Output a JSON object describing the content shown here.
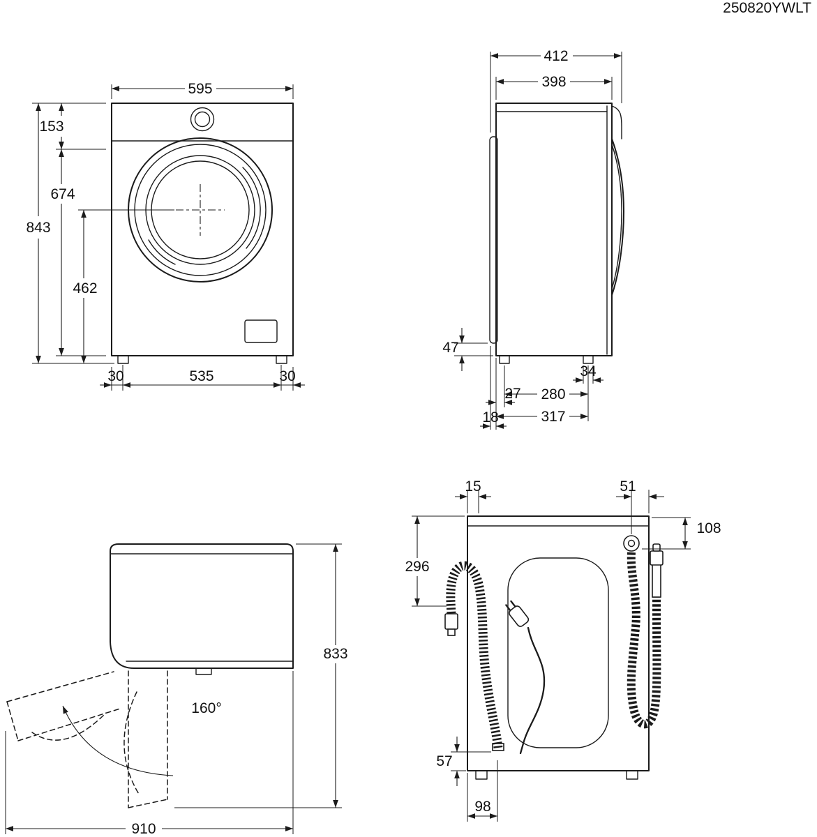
{
  "header": {
    "doc_code": "250820YWLT"
  },
  "front_view": {
    "width": "595",
    "top_offset": "153",
    "upper_height": "674",
    "total_height": "843",
    "drum_center_height": "462",
    "feet_spacing": "535",
    "foot_inset_left": "30",
    "foot_inset_right": "30"
  },
  "side_view": {
    "total_depth": "412",
    "body_depth": "398",
    "rear_clearance": "47",
    "front_foot_width": "34",
    "feet_spacing": "280",
    "rear_foot_offset": "27",
    "feet_depth": "317",
    "rear_panel_offset": "18"
  },
  "door_view": {
    "open_height": "833",
    "door_angle": "160°",
    "open_depth": "910"
  },
  "rear_view": {
    "drain_hose_offset": "15",
    "inlet_hose_offset": "51",
    "inlet_top_offset": "108",
    "drain_arch_height": "296",
    "drain_outlet_height": "57",
    "drain_outlet_offset": "98"
  }
}
